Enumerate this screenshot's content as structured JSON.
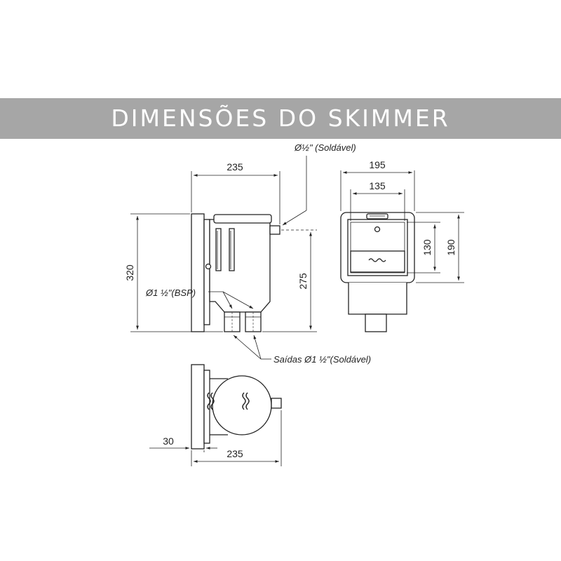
{
  "header": {
    "title": "DIMENSÕES DO SKIMMER"
  },
  "side_view": {
    "dim_width": "235",
    "dim_height_total": "320",
    "dim_height_outlet": "275",
    "label_inlet": "Ø½\" (Soldável)",
    "label_bsp": "Ø1 ½\"(BSP)",
    "label_outlets": "Saídas Ø1 ½\"(Soldável)"
  },
  "front_view": {
    "dim_outer_width": "195",
    "dim_inner_width": "135",
    "dim_inner_height": "130",
    "dim_outer_height": "190"
  },
  "top_view": {
    "dim_flange": "30",
    "dim_width": "235"
  },
  "colors": {
    "banner": "#a6a6a6",
    "banner_text": "#ffffff",
    "line": "#222222"
  }
}
